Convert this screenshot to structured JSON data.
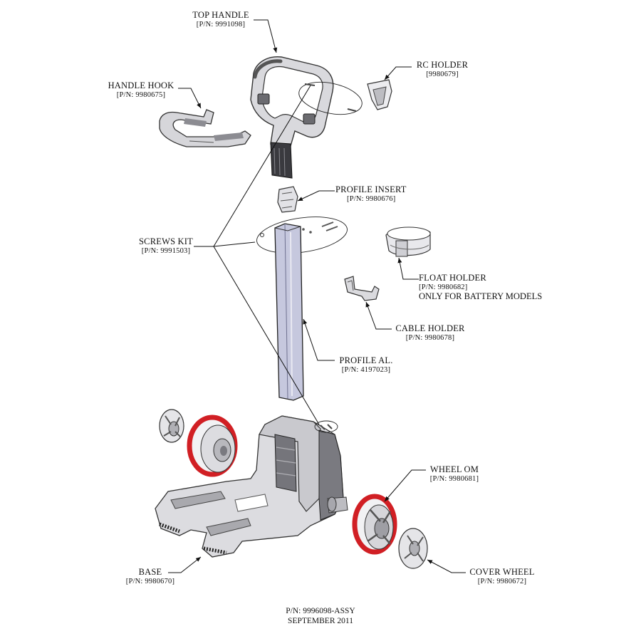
{
  "parts": {
    "top_handle": {
      "name": "TOP HANDLE",
      "pn": "[P/N:  9991098]"
    },
    "rc_holder": {
      "name": "RC HOLDER",
      "pn": "[9980679]"
    },
    "handle_hook": {
      "name": "HANDLE HOOK",
      "pn": "[P/N: 9980675]"
    },
    "profile_insert": {
      "name": "PROFILE INSERT",
      "pn": "[P/N: 9980676]"
    },
    "screws_kit": {
      "name": "SCREWS KIT",
      "pn": "[P/N: 9991503]"
    },
    "float_holder": {
      "name": "FLOAT HOLDER",
      "pn": "[P/N: 9980682]",
      "note": "ONLY FOR BATTERY MODELS"
    },
    "cable_holder": {
      "name": "CABLE HOLDER",
      "pn": "[P/N: 9980678]"
    },
    "profile_al": {
      "name": "PROFILE AL.",
      "pn": "[P/N: 4197023]"
    },
    "wheel_om": {
      "name": "WHEEL OM",
      "pn": "[P/N: 9980681]"
    },
    "base": {
      "name": "BASE",
      "pn": "[P/N: 9980670]"
    },
    "cover_wheel": {
      "name": "COVER WHEEL",
      "pn": "[P/N: 9980672]"
    }
  },
  "footer": {
    "assembly": "P/N:  9996098-ASSY",
    "date": "SEPTEMBER 2011"
  },
  "colors": {
    "part_fill": "#e6e6ea",
    "part_shade": "#8f9096",
    "part_dark": "#3d3d42",
    "profile_fill": "#c9cbe0",
    "tire_red": "#d11f24",
    "leader": "#111111"
  }
}
